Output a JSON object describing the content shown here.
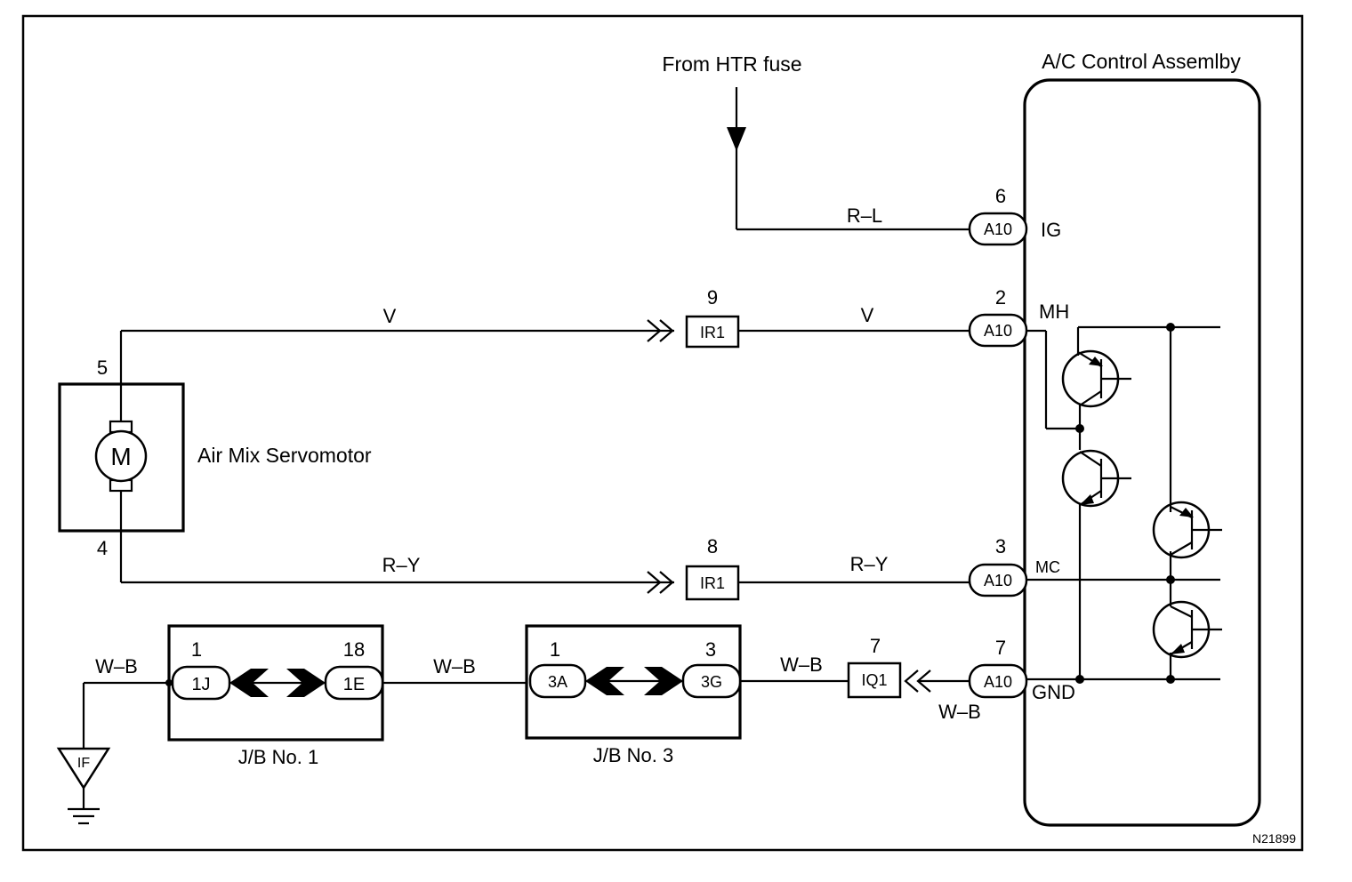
{
  "diagram": {
    "title": "A/C Control Assemlby",
    "source_label": "From HTR fuse",
    "figure_code": "N21899",
    "components": {
      "servomotor_label": "Air Mix Servomotor",
      "motor_symbol": "M",
      "jb1_label": "J/B No. 1",
      "jb3_label": "J/B No. 3",
      "ground_label": "IF"
    },
    "wires": {
      "r_l": "R–L",
      "v_left": "V",
      "v_right": "V",
      "ry_left": "R–Y",
      "ry_right": "R–Y",
      "wb_ground": "W–B",
      "wb_mid": "W–B",
      "wb_jb3": "W–B",
      "wb_a10": "W–B"
    },
    "pins": {
      "motor_top": "5",
      "motor_bottom": "4",
      "ir1_top": "9",
      "ir1_bottom": "8",
      "a10_ig": "6",
      "a10_mh": "2",
      "a10_mc": "3",
      "a10_gnd": "7",
      "iq1": "7",
      "jb1_left": "1",
      "jb1_right": "18",
      "jb3_left": "1",
      "jb3_right": "3"
    },
    "connectors": {
      "a10": "A10",
      "ir1": "IR1",
      "iq1": "IQ1",
      "j1j": "1J",
      "j1e": "1E",
      "j3a": "3A",
      "j3g": "3G"
    },
    "terminals": {
      "ig": "IG",
      "mh": "MH",
      "mc": "MC",
      "gnd": "GND"
    }
  }
}
